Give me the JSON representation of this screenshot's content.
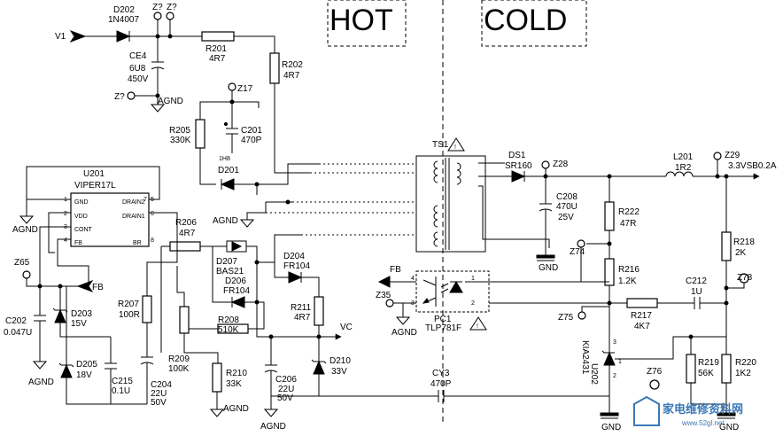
{
  "regions": {
    "hot": "HOT",
    "cold": "COLD"
  },
  "nets": {
    "v1": "V1",
    "vc": "VC",
    "fb_in": "FB",
    "fb_out": "FB",
    "out": "3.3VSB0.2A"
  },
  "grounds": {
    "ce4": "AGND",
    "u201": "AGND",
    "tr": "AGND",
    "r210": "AGND",
    "c202": "AGND",
    "c206": "AGND",
    "pc1": "AGND",
    "c208": "GND",
    "u202": "GND",
    "r220": "GND"
  },
  "testpoints": {
    "z1": "Z?",
    "z2": "Z?",
    "z3": "Z?",
    "z17": "Z17",
    "z28": "Z28",
    "z29": "Z29",
    "z35": "Z35",
    "z65": "Z65",
    "z74": "Z74",
    "z75": "Z75",
    "z76": "Z76",
    "z78": "Z78"
  },
  "parts": {
    "d202": {
      "ref": "D202",
      "value": "1N4007"
    },
    "r201": {
      "ref": "R201",
      "value": "4R7"
    },
    "r202": {
      "ref": "R202",
      "value": "4R7"
    },
    "ce4": {
      "ref": "CE4",
      "value": "6U8",
      "rating": "450V"
    },
    "r205": {
      "ref": "R205",
      "value": "330K"
    },
    "c201": {
      "ref": "C201",
      "value": "470P"
    },
    "d201": {
      "ref": "D201",
      "value": "1H8"
    },
    "u201": {
      "ref": "U201",
      "value": "VIPER17L",
      "pins": [
        "GND",
        "VDD",
        "CONT",
        "FB",
        "DRAIN2",
        "DRAIN1",
        "BR"
      ],
      "pin_nums": [
        "1",
        "2",
        "3",
        "4",
        "5",
        "6",
        "7",
        "8"
      ]
    },
    "r206": {
      "ref": "R206",
      "value": "4R7"
    },
    "d207": {
      "ref": "D207",
      "value": "BAS21"
    },
    "d206": {
      "ref": "D206",
      "value": "FR104"
    },
    "d204": {
      "ref": "D204",
      "value": "FR104"
    },
    "r207": {
      "ref": "R207",
      "value": "100R"
    },
    "r208": {
      "ref": "R208",
      "value": "510K"
    },
    "r209": {
      "ref": "R209",
      "value": "100K"
    },
    "r210": {
      "ref": "R210",
      "value": "33K"
    },
    "r211": {
      "ref": "R211",
      "value": "4R7"
    },
    "c202": {
      "ref": "C202",
      "value": "0.047U"
    },
    "d203": {
      "ref": "D203",
      "value": "15V"
    },
    "d205": {
      "ref": "D205",
      "value": "18V"
    },
    "c215": {
      "ref": "C215",
      "value": "0.1U"
    },
    "c204": {
      "ref": "C204",
      "value": "22U",
      "rating": "50V"
    },
    "c206": {
      "ref": "C206",
      "value": "22U",
      "rating": "50V"
    },
    "d210": {
      "ref": "D210",
      "value": "33V"
    },
    "ts1": {
      "ref": "TS1"
    },
    "ds1": {
      "ref": "DS1",
      "value": "SR160"
    },
    "c208": {
      "ref": "C208",
      "value": "470U",
      "rating": "25V"
    },
    "l201": {
      "ref": "L201",
      "value": "1R2"
    },
    "r222": {
      "ref": "R222",
      "value": "47R"
    },
    "r216": {
      "ref": "R216",
      "value": "1.2K"
    },
    "pc1": {
      "ref": "PC1",
      "value": "TLP781F",
      "pins": [
        "4",
        "3",
        "1",
        "2"
      ]
    },
    "cy3": {
      "ref": "CY3",
      "value": "470P"
    },
    "r217": {
      "ref": "R217",
      "value": "4K7"
    },
    "c212": {
      "ref": "C212",
      "value": "1U"
    },
    "u202": {
      "ref": "U202",
      "value": "KIA2431",
      "pins": [
        "3",
        "1",
        "2"
      ]
    },
    "r219": {
      "ref": "R219",
      "value": "56K"
    },
    "r220": {
      "ref": "R220",
      "value": "1K2"
    },
    "r218": {
      "ref": "R218",
      "value": "2K"
    }
  },
  "watermark": {
    "title": "家电维修资料网",
    "url": "www.52gl.net"
  },
  "colors": {
    "line": "#000000",
    "watermark": "#3a78b5"
  }
}
